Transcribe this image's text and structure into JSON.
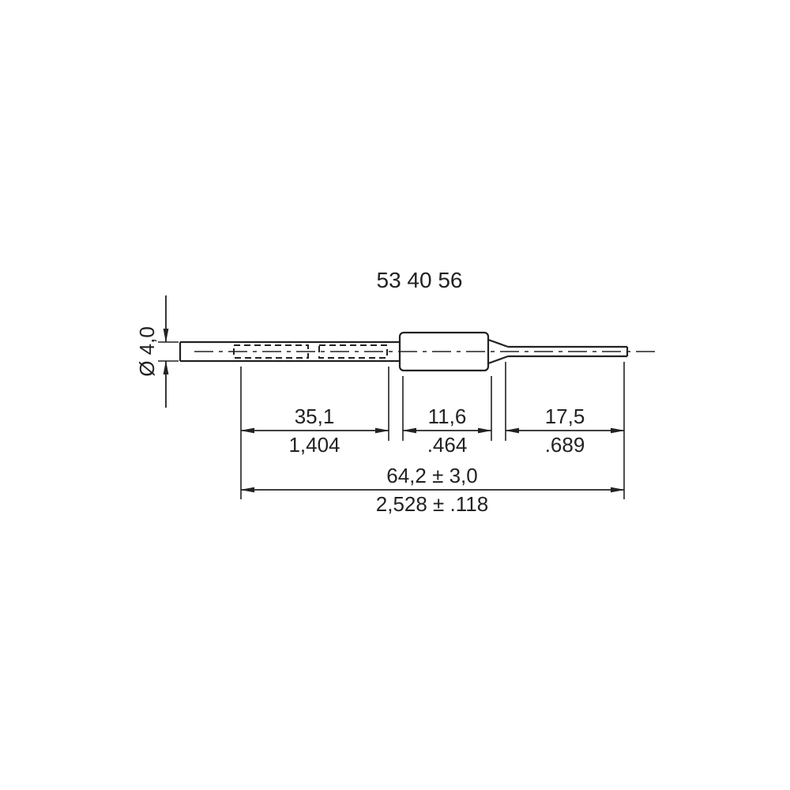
{
  "colors": {
    "ink": "#222222",
    "background": "#ffffff"
  },
  "drawing": {
    "part_number": "53 40 56",
    "diameter": {
      "label": "Ø 4,0"
    },
    "dimensions": {
      "segments": [
        {
          "mm": "35,1",
          "inch": "1,404"
        },
        {
          "mm": "11,6",
          "inch": ".464"
        },
        {
          "mm": "17,5",
          "inch": ".689"
        }
      ],
      "overall": {
        "mm": "64,2 ± 3,0",
        "inch": "2,528 ± .118"
      }
    }
  }
}
